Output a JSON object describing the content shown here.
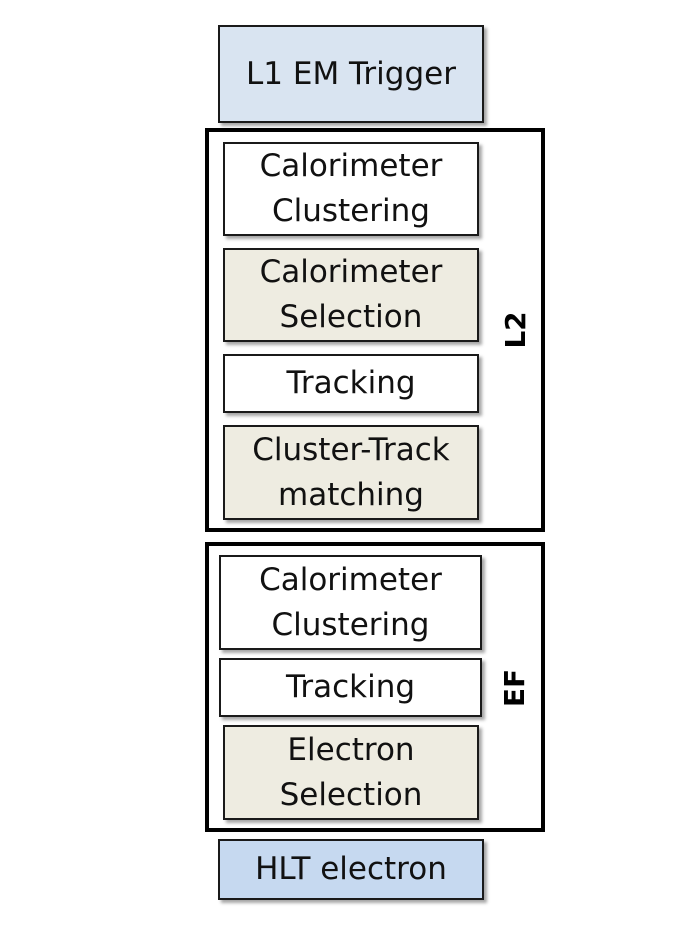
{
  "colors": {
    "trigger_fill": "#d9e4f1",
    "step_plain_fill": "#ffffff",
    "step_selection_fill": "#eeece1",
    "output_fill": "#c6d9f0",
    "border": "#000000"
  },
  "top": {
    "label": "L1 EM Trigger"
  },
  "l2": {
    "label": "L2",
    "steps": [
      {
        "label": "Calorimeter\nClustering",
        "kind": "plain"
      },
      {
        "label": "Calorimeter\nSelection",
        "kind": "selection"
      },
      {
        "label": "Tracking",
        "kind": "plain"
      },
      {
        "label": "Cluster-Track\nmatching",
        "kind": "selection"
      }
    ]
  },
  "ef": {
    "label": "EF",
    "steps": [
      {
        "label": "Calorimeter\nClustering",
        "kind": "plain"
      },
      {
        "label": "Tracking",
        "kind": "plain"
      },
      {
        "label": "Electron\nSelection",
        "kind": "selection"
      }
    ]
  },
  "bottom": {
    "label": "HLT electron"
  }
}
